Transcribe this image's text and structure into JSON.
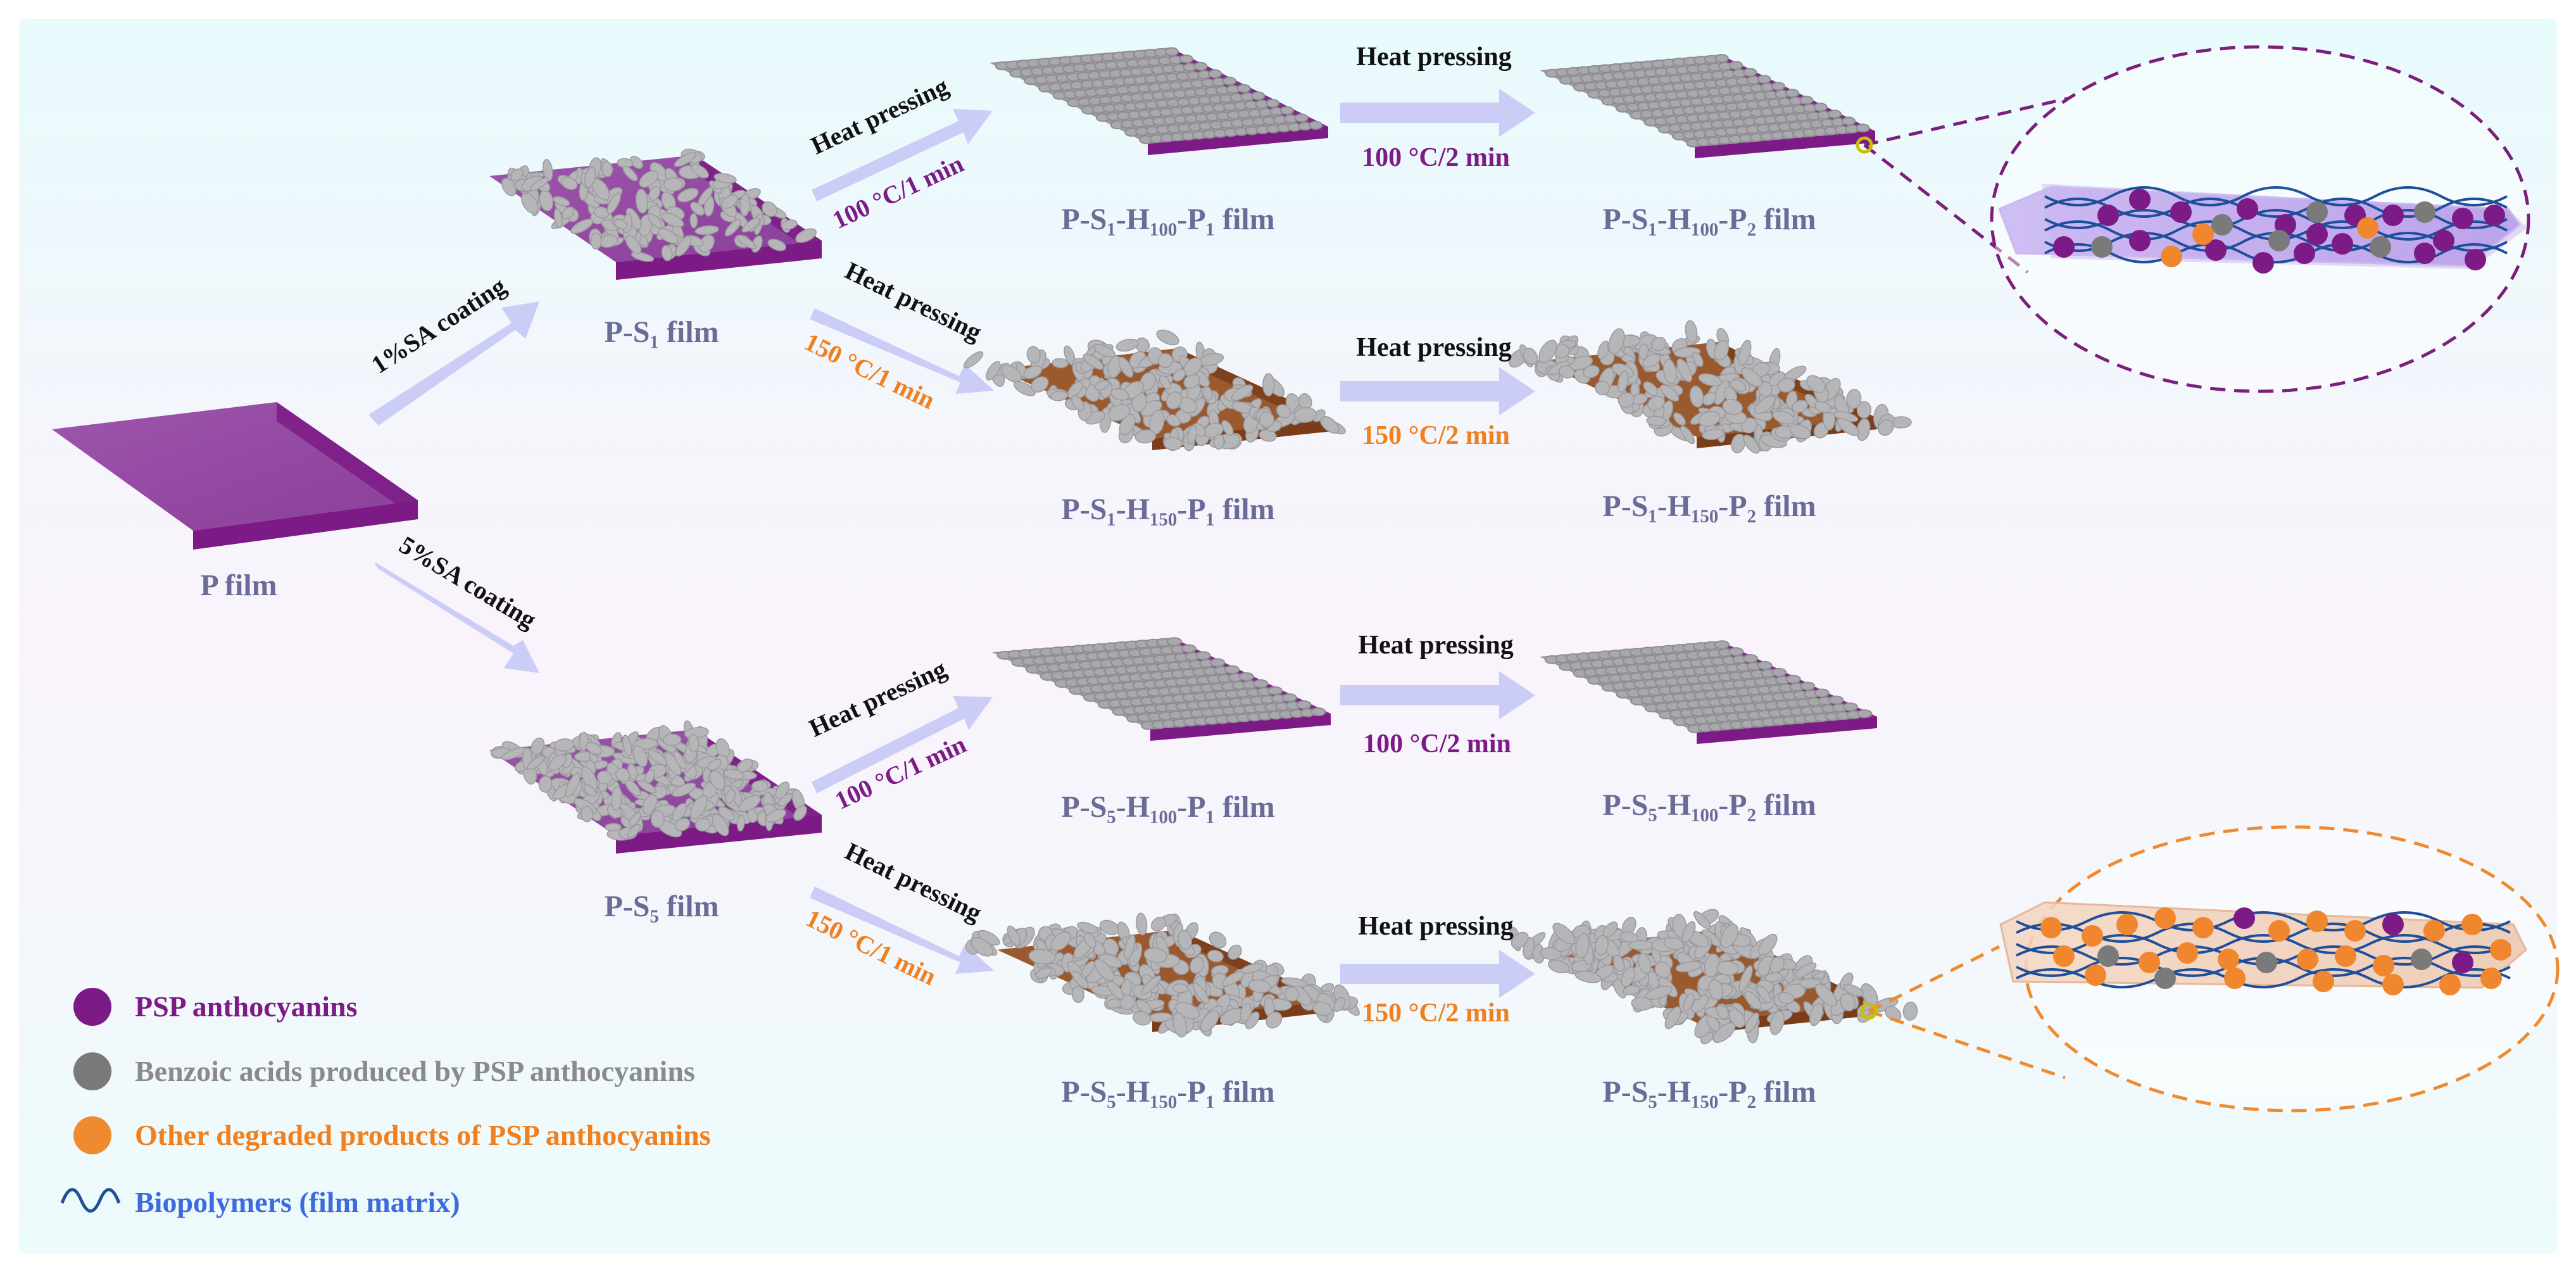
{
  "colors": {
    "purple": "#7d1b86",
    "purple_film": "#9a4ca8",
    "brown_film": "#9a5a2e",
    "gray_flake": "#b4b4b4",
    "orange": "#f0872f",
    "label_slate": "#6a6c97",
    "arrow": "#cbcdf6",
    "fiber_blue": "#1f4f9a",
    "legend_blue": "#3e6ae0"
  },
  "films": {
    "p": "P film",
    "ps1": "P-S₁ film",
    "ps5": "P-S₅ film",
    "s1_h100_p1": "P-S₁-H₁₀₀-P₁ film",
    "s1_h100_p2": "P-S₁-H₁₀₀-P₂ film",
    "s1_h150_p1": "P-S₁-H₁₅₀-P₁ film",
    "s1_h150_p2": "P-S₁-H₁₅₀-P₂ film",
    "s5_h100_p1": "P-S₅-H₁₀₀-P₁ film",
    "s5_h100_p2": "P-S₅-H₁₀₀-P₂ film",
    "s5_h150_p1": "P-S₅-H₁₅₀-P₁ film",
    "s5_h150_p2": "P-S₅-H₁₅₀-P₂ film"
  },
  "steps": {
    "coat1": "1%SA coating",
    "coat5": "5%SA coating",
    "heat": "Heat pressing",
    "t100_1": "100 °C/1 min",
    "t150_1": "150 °C/1 min",
    "t100_2": "100 °C/2 min",
    "t150_2": "150 °C/2 min"
  },
  "legend": {
    "psp": "PSP anthocyanins",
    "benzoic": "Benzoic acids produced by PSP anthocyanins",
    "other": "Other degraded products of PSP anthocyanins",
    "bio": "Biopolymers (film matrix)"
  }
}
